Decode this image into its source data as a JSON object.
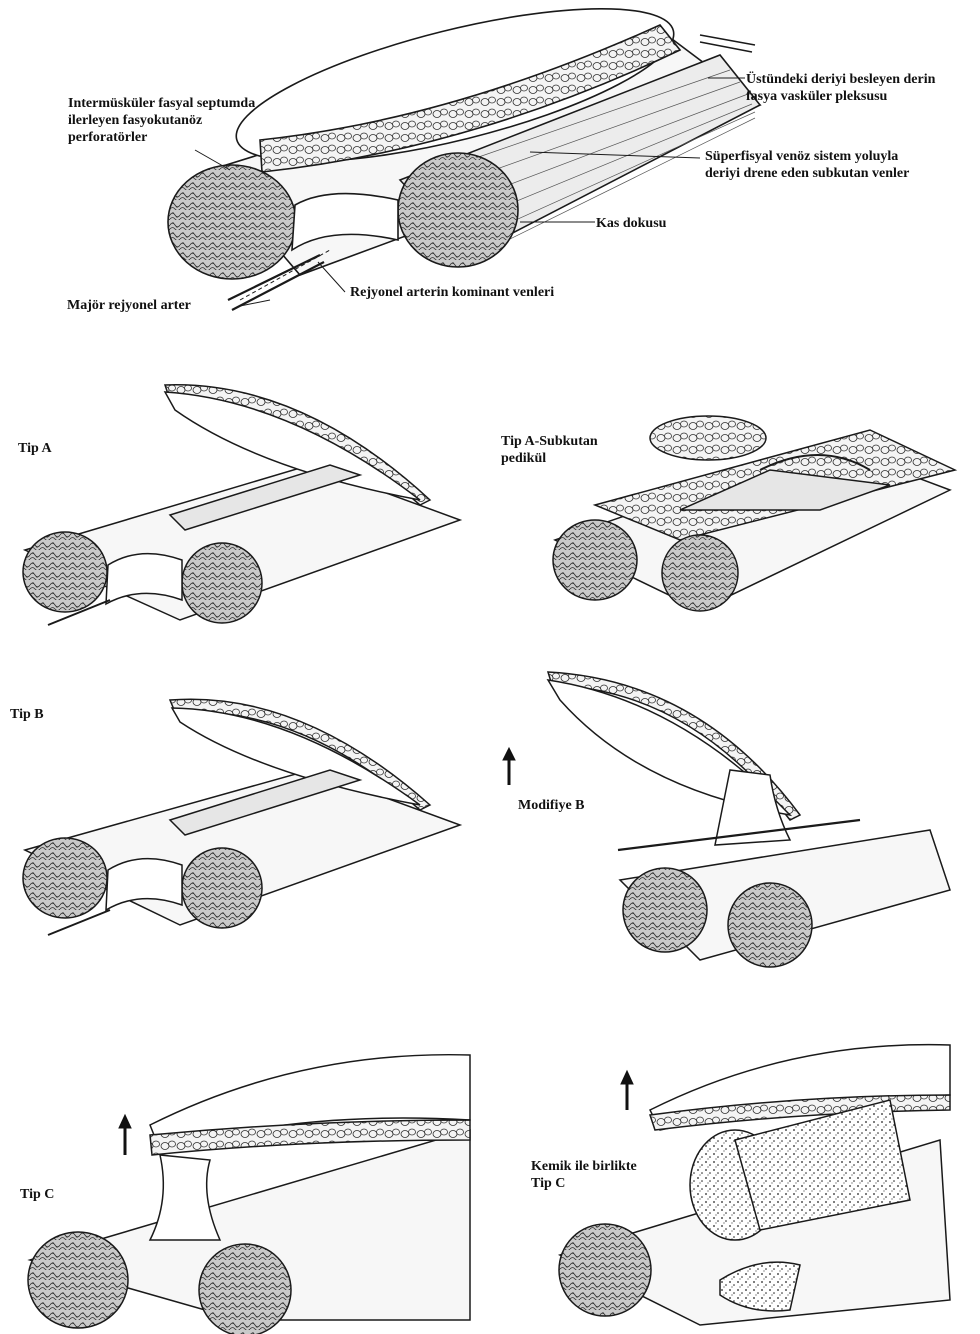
{
  "top_labels": {
    "septum": "Intermüsküler fasyal septumda\nilerleyen fasyokutanöz\nperforatörler",
    "plexus": "Üstündeki deriyi besleyen derin\nfasya vasküler pleksusu",
    "venous": "Süperfisyal venöz sistem yoluyla\nderiyi drene eden subkutan venler",
    "muscle": "Kas dokusu",
    "comitant": "Rejyonel arterin kominant venleri",
    "artery": "Majör rejyonel arter"
  },
  "panels": {
    "tip_a": "Tip A",
    "tip_a_sub": "Tip A-Subkutan\npedikül",
    "tip_b": "Tip B",
    "mod_b": "Modifiye B",
    "tip_c": "Tip C",
    "tip_c_bone": "Kemik ile birlikte\nTip C"
  },
  "colors": {
    "ink": "#1a1a1a",
    "fill": "#f7f7f7",
    "muscle": "#9a9a9a"
  }
}
